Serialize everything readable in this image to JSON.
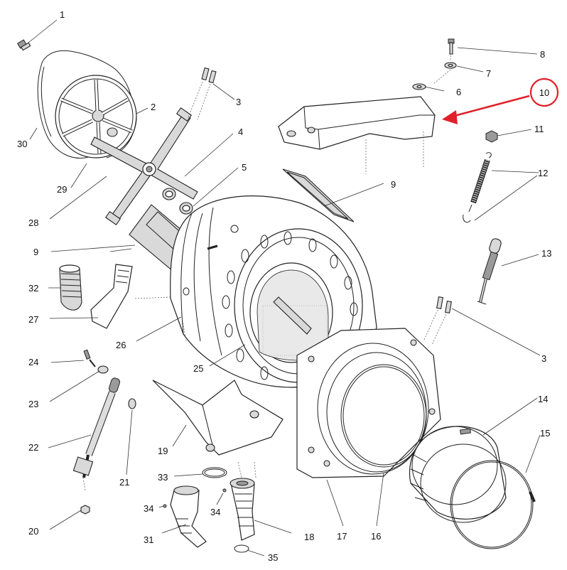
{
  "highlight": {
    "color": "#e0202a",
    "label": "10"
  },
  "labels": [
    {
      "id": "l1",
      "text": "1"
    },
    {
      "id": "l2",
      "text": "2"
    },
    {
      "id": "l3a",
      "text": "3"
    },
    {
      "id": "l3b",
      "text": "3"
    },
    {
      "id": "l4",
      "text": "4"
    },
    {
      "id": "l5",
      "text": "5"
    },
    {
      "id": "l6",
      "text": "6"
    },
    {
      "id": "l7",
      "text": "7"
    },
    {
      "id": "l8",
      "text": "8"
    },
    {
      "id": "l9a",
      "text": "9"
    },
    {
      "id": "l9b",
      "text": "9"
    },
    {
      "id": "l11",
      "text": "11"
    },
    {
      "id": "l12",
      "text": "12"
    },
    {
      "id": "l13",
      "text": "13"
    },
    {
      "id": "l14",
      "text": "14"
    },
    {
      "id": "l15",
      "text": "15"
    },
    {
      "id": "l16",
      "text": "16"
    },
    {
      "id": "l17",
      "text": "17"
    },
    {
      "id": "l18",
      "text": "18"
    },
    {
      "id": "l19",
      "text": "19"
    },
    {
      "id": "l20",
      "text": "20"
    },
    {
      "id": "l21",
      "text": "21"
    },
    {
      "id": "l22",
      "text": "22"
    },
    {
      "id": "l23",
      "text": "23"
    },
    {
      "id": "l24",
      "text": "24"
    },
    {
      "id": "l25",
      "text": "25"
    },
    {
      "id": "l26",
      "text": "26"
    },
    {
      "id": "l27",
      "text": "27"
    },
    {
      "id": "l28",
      "text": "28"
    },
    {
      "id": "l29",
      "text": "29"
    },
    {
      "id": "l30",
      "text": "30"
    },
    {
      "id": "l31",
      "text": "31"
    },
    {
      "id": "l32",
      "text": "32"
    },
    {
      "id": "l33",
      "text": "33"
    },
    {
      "id": "l34a",
      "text": "34"
    },
    {
      "id": "l34b",
      "text": "34"
    },
    {
      "id": "l35",
      "text": "35"
    }
  ]
}
